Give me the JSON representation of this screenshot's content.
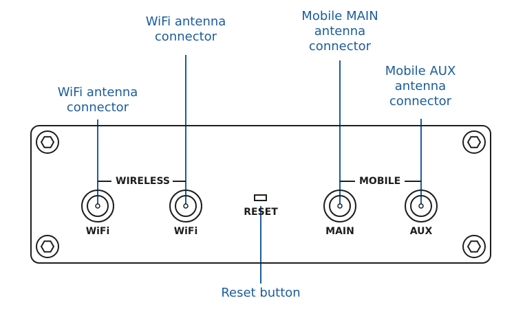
{
  "callouts": {
    "wifi_left": [
      "WiFi antenna",
      "connector"
    ],
    "wifi_right": [
      "WiFi antenna",
      "connector"
    ],
    "mobile_main": [
      "Mobile MAIN",
      "antenna",
      "connector"
    ],
    "mobile_aux": [
      "Mobile AUX",
      "antenna",
      "connector"
    ],
    "reset": [
      "Reset button"
    ]
  },
  "panel": {
    "wireless_label": "WIRELESS",
    "mobile_label": "MOBILE",
    "reset_label": "RESET"
  },
  "ports": {
    "wifi_1": "WiFi",
    "wifi_2": "WiFi",
    "main": "MAIN",
    "aux": "AUX"
  },
  "colors": {
    "callout_text": "#1a5c9c",
    "leader_line": "#1a5c9c",
    "outline": "#1d1d1d"
  },
  "icons": {
    "screws": "hex-screw-icon",
    "connector": "sma-connector-icon",
    "reset": "reset-button-icon"
  }
}
